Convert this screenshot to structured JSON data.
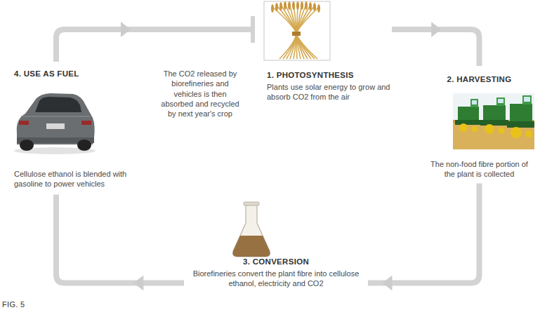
{
  "diagram": {
    "nodes": [
      {
        "text": [
          "1. PHOTOSYNTHESIS",
          "Plants use solar energy to grow and absorb CO2 from the air"
        ]
      },
      {
        "text": [
          "2. HARVESTING",
          "The non-food fibre portion of the plant is collected"
        ]
      },
      {
        "text": [
          "3. CONVERSION",
          "Biorefineries convert the plant fibre into cellulose ethanol, electricity and CO2"
        ]
      },
      {
        "text": [
          "4. USE AS FUEL",
          "Cellulose ethanol is blended with gasoline to power vehicles"
        ]
      }
    ],
    "edges": [
      {
        "from": 0,
        "to": 1,
        "arrow": "to"
      },
      {
        "from": 1,
        "to": 2,
        "arrow": "to"
      },
      {
        "from": 2,
        "to": 3,
        "arrow": "to"
      },
      {
        "from": 3,
        "to": 0,
        "arrow": "to"
      }
    ],
    "labels": [
      "The CO2 released by biorefineries and vehicles is then absorbed and recycled by next year's crop",
      "FIG. 5"
    ]
  }
}
